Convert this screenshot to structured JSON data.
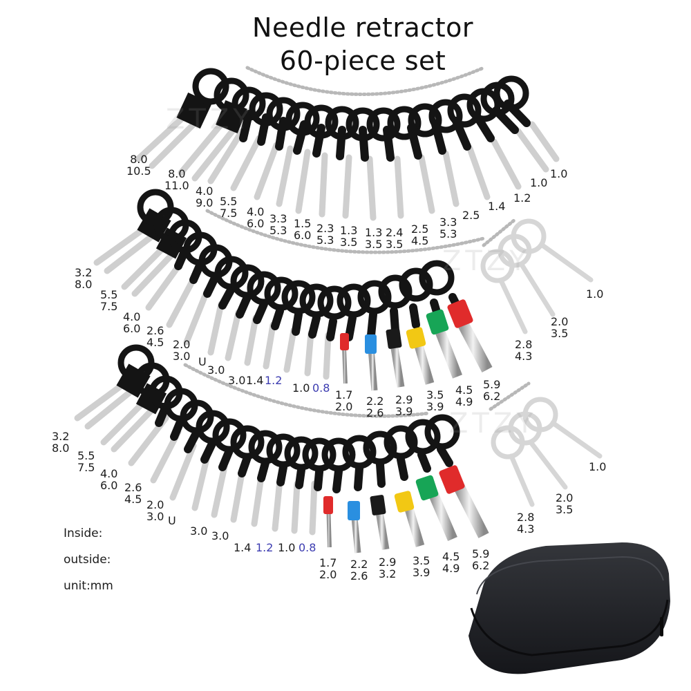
{
  "title": {
    "line1": "Needle retractor",
    "line2": "60-piece set"
  },
  "watermark": "ZTZY",
  "legend": {
    "inside": "Inside:",
    "outside": "outside:",
    "unit": "unit:mm"
  },
  "colors": {
    "handle_black": "#141414",
    "blade_silver": "#d0d0d0",
    "loose_tool_gray": "#d6d6d6",
    "highlight_blue_text": "#3b3bb0",
    "ferrule_red": "#e02b2b",
    "ferrule_blue": "#2a8fe0",
    "ferrule_black": "#1a1a1a",
    "ferrule_yellow": "#f2c814",
    "ferrule_green": "#17a556",
    "case_black": "#1e1f22"
  },
  "set1": {
    "labels": [
      {
        "inside": "8.0",
        "outside": "10.5"
      },
      {
        "inside": "8.0",
        "outside": "11.0"
      },
      {
        "inside": "4.0",
        "outside": "9.0"
      },
      {
        "inside": "5.5",
        "outside": "7.5"
      },
      {
        "inside": "4.0",
        "outside": "6.0"
      },
      {
        "inside": "3.3",
        "outside": "5.3"
      },
      {
        "inside": "1.5",
        "outside": "6.0"
      },
      {
        "inside": "2.3",
        "outside": "5.3"
      },
      {
        "inside": "1.3",
        "outside": "3.5"
      },
      {
        "inside": "1.3",
        "outside": "3.5"
      },
      {
        "inside": "2.4",
        "outside": "3.5"
      },
      {
        "inside": "2.5",
        "outside": "4.5"
      },
      {
        "inside": "3.3",
        "outside": "5.3"
      },
      {
        "inside": "2.5",
        "outside": ""
      },
      {
        "inside": "1.4",
        "outside": ""
      },
      {
        "inside": "1.2",
        "outside": ""
      },
      {
        "inside": "1.0",
        "outside": ""
      },
      {
        "inside": "1.0",
        "outside": ""
      }
    ]
  },
  "set2": {
    "labels": [
      {
        "inside": "3.2",
        "outside": "8.0"
      },
      {
        "inside": "5.5",
        "outside": "7.5"
      },
      {
        "inside": "4.0",
        "outside": "6.0"
      },
      {
        "inside": "2.6",
        "outside": "4.5"
      },
      {
        "inside": "2.0",
        "outside": "3.0"
      },
      {
        "inside": "U",
        "outside": ""
      },
      {
        "inside": "3.0",
        "outside": ""
      },
      {
        "inside": "3.0",
        "outside": ""
      },
      {
        "inside": "1.4",
        "outside": ""
      },
      {
        "inside": "1.2",
        "outside": "",
        "highlight": true
      },
      {
        "inside": "1.0",
        "outside": ""
      },
      {
        "inside": "0.8",
        "outside": "",
        "highlight": true
      }
    ],
    "ferrule_tools": [
      {
        "inside": "1.7",
        "outside": "2.0",
        "color": "red"
      },
      {
        "inside": "2.2",
        "outside": "2.6",
        "color": "blue"
      },
      {
        "inside": "2.9",
        "outside": "3.9",
        "color": "black"
      },
      {
        "inside": "3.5",
        "outside": "3.9",
        "color": "yellow"
      },
      {
        "inside": "4.5",
        "outside": "4.9",
        "color": "green"
      },
      {
        "inside": "5.9",
        "outside": "6.2",
        "color": "red"
      }
    ],
    "loose_tools": [
      {
        "inside": "1.0",
        "outside": ""
      },
      {
        "inside": "2.0",
        "outside": "3.5"
      },
      {
        "inside": "2.8",
        "outside": "4.3"
      }
    ]
  },
  "set3": {
    "labels": [
      {
        "inside": "3.2",
        "outside": "8.0"
      },
      {
        "inside": "5.5",
        "outside": "7.5"
      },
      {
        "inside": "4.0",
        "outside": "6.0"
      },
      {
        "inside": "2.6",
        "outside": "4.5"
      },
      {
        "inside": "2.0",
        "outside": "3.0"
      },
      {
        "inside": "U",
        "outside": ""
      },
      {
        "inside": "3.0",
        "outside": ""
      },
      {
        "inside": "3.0",
        "outside": ""
      },
      {
        "inside": "1.4",
        "outside": ""
      },
      {
        "inside": "1.2",
        "outside": "",
        "highlight": true
      },
      {
        "inside": "1.0",
        "outside": ""
      },
      {
        "inside": "0.8",
        "outside": "",
        "highlight": true
      }
    ],
    "ferrule_tools": [
      {
        "inside": "1.7",
        "outside": "2.0",
        "color": "red"
      },
      {
        "inside": "2.2",
        "outside": "2.6",
        "color": "blue"
      },
      {
        "inside": "2.9",
        "outside": "3.2",
        "color": "black"
      },
      {
        "inside": "3.5",
        "outside": "3.9",
        "color": "yellow"
      },
      {
        "inside": "4.5",
        "outside": "4.9",
        "color": "green"
      },
      {
        "inside": "5.9",
        "outside": "6.2",
        "color": "red"
      }
    ],
    "loose_tools": [
      {
        "inside": "1.0",
        "outside": ""
      },
      {
        "inside": "2.0",
        "outside": "3.5"
      },
      {
        "inside": "2.8",
        "outside": "4.3"
      }
    ]
  },
  "storage_case": {
    "description": "black zippered hard case"
  }
}
